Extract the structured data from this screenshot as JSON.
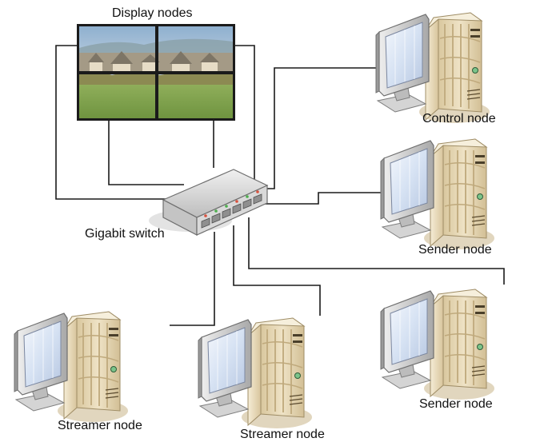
{
  "labels": {
    "display_nodes": "Display nodes",
    "gigabit_switch": "Gigabit switch",
    "control_node": "Control node",
    "sender_node_1": "Sender node",
    "sender_node_2": "Sender node",
    "streamer_node_1": "Streamer node",
    "streamer_node_2": "Streamer node"
  },
  "colors": {
    "wire": "#1a1a1a",
    "tower": "#e6d7b6",
    "monitor_frame": "#c9c9c9",
    "screen": "#dfe8f6",
    "switch_body": "#cfcfcf"
  },
  "icons": {
    "workstation": "workstation-icon",
    "switch": "network-switch-icon",
    "display_wall": "display-wall-icon"
  }
}
